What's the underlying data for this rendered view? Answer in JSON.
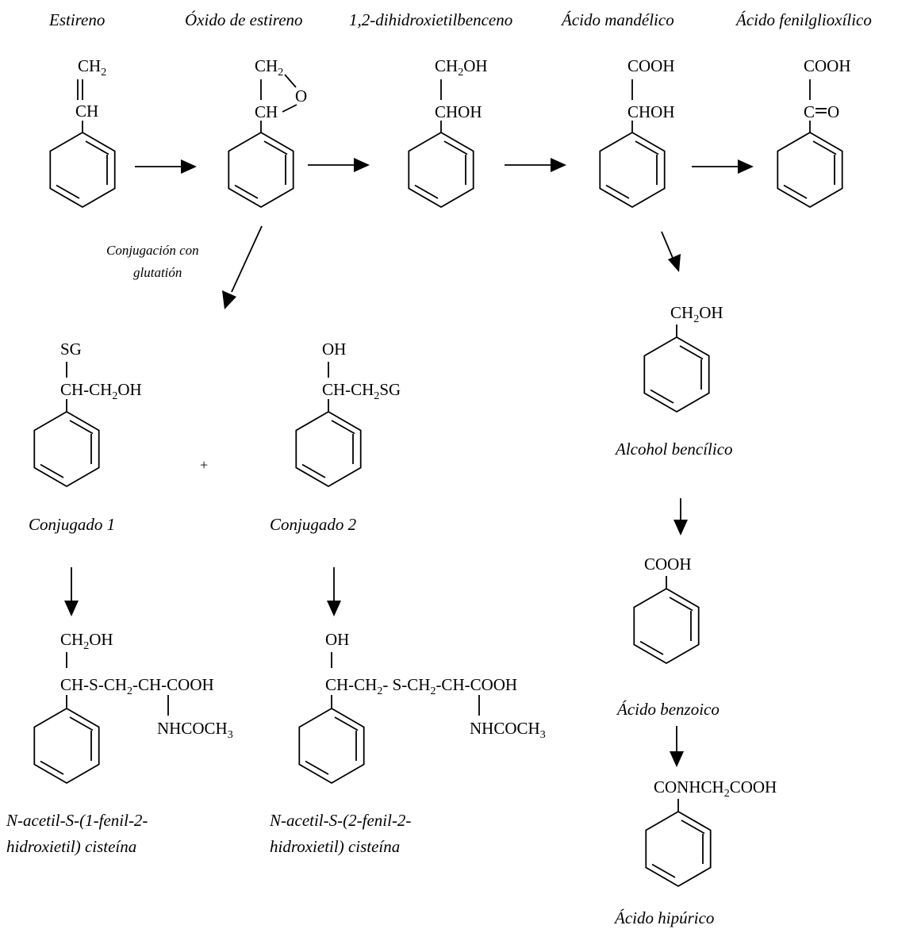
{
  "labels": {
    "estireno": "Estireno",
    "oxido": "Óxido de estireno",
    "dihidroxi": "1,2-dihidroxietilbenceno",
    "mandelico": "Ácido mandélico",
    "fenilglioxilico": "Ácido fenilglioxílico",
    "conjugacion_l1": "Conjugación con",
    "conjugacion_l2": "glutatión",
    "plus": "+",
    "conjugado1": "Conjugado 1",
    "conjugado2": "Conjugado 2",
    "alcohol": "Alcohol bencílico",
    "benzoico": "Ácido benzoico",
    "hipurico": "Ácido hipúrico",
    "nacetil1_l1": "N-acetil-S-(1-fenil-2-",
    "nacetil1_l2": "hidroxietil) cisteína",
    "nacetil2_l1": "N-acetil-S-(2-fenil-2-",
    "nacetil2_l2": "hidroxietil) cisteína"
  },
  "groups": {
    "ch2": "CH",
    "ch": "CH",
    "o": "O",
    "ch2oh": "CH",
    "chhoh": "CHOH",
    "cooh": "COOH",
    "c": "C",
    "sg": "SG",
    "chch2oh": "CH-CH",
    "oh": "OH",
    "chch2sg": "CH-CH",
    "sg_tail": "SG",
    "oh_tail": "OH",
    "s_chain1": "CH-S-CH",
    "ch_cooh": "-CH-COOH",
    "nhcoch": "NHCOCH",
    "chch2_s": "CH-CH",
    "s_chain2": "- S-CH",
    "conhch": "CONHCH",
    "cooh_tail": "COOH",
    "sub2": "2",
    "sub3": "3"
  }
}
